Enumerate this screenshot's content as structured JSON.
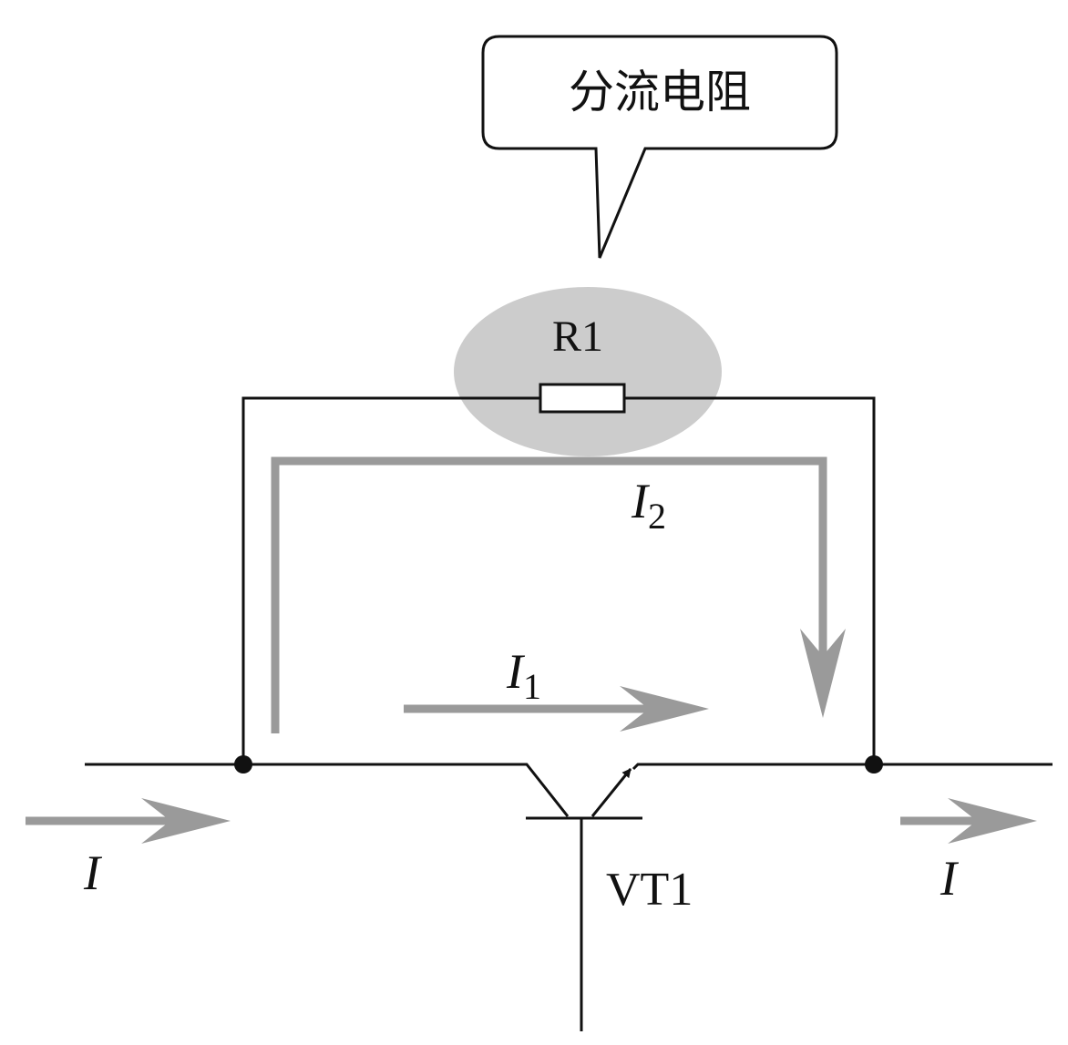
{
  "callout": {
    "text": "分流电阻"
  },
  "components": {
    "resistor": {
      "label": "R1"
    },
    "transistor": {
      "label": "VT1"
    }
  },
  "currents": {
    "total_in": {
      "symbol": "I"
    },
    "total_out": {
      "symbol": "I"
    },
    "branch1": {
      "symbol": "I",
      "subscript": "1"
    },
    "branch2": {
      "symbol": "I",
      "subscript": "2"
    }
  },
  "colors": {
    "wire": "#111111",
    "current_arrow": "#9a9a9a",
    "highlight": "#cccccc"
  }
}
